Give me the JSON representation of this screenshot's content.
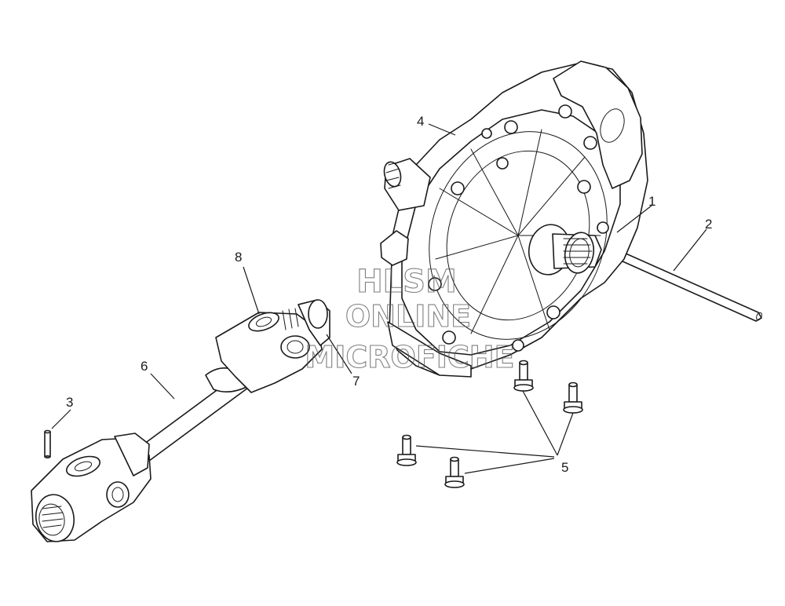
{
  "diagram": {
    "callouts": [
      {
        "id": "1",
        "label": "1"
      },
      {
        "id": "2",
        "label": "2"
      },
      {
        "id": "3",
        "label": "3"
      },
      {
        "id": "4",
        "label": "4"
      },
      {
        "id": "5",
        "label": "5"
      },
      {
        "id": "6",
        "label": "6"
      },
      {
        "id": "7",
        "label": "7"
      },
      {
        "id": "8",
        "label": "8"
      }
    ],
    "watermark": {
      "line1": "HLSM",
      "line2": "ONLINE",
      "line3": "MICROFICHE"
    }
  }
}
